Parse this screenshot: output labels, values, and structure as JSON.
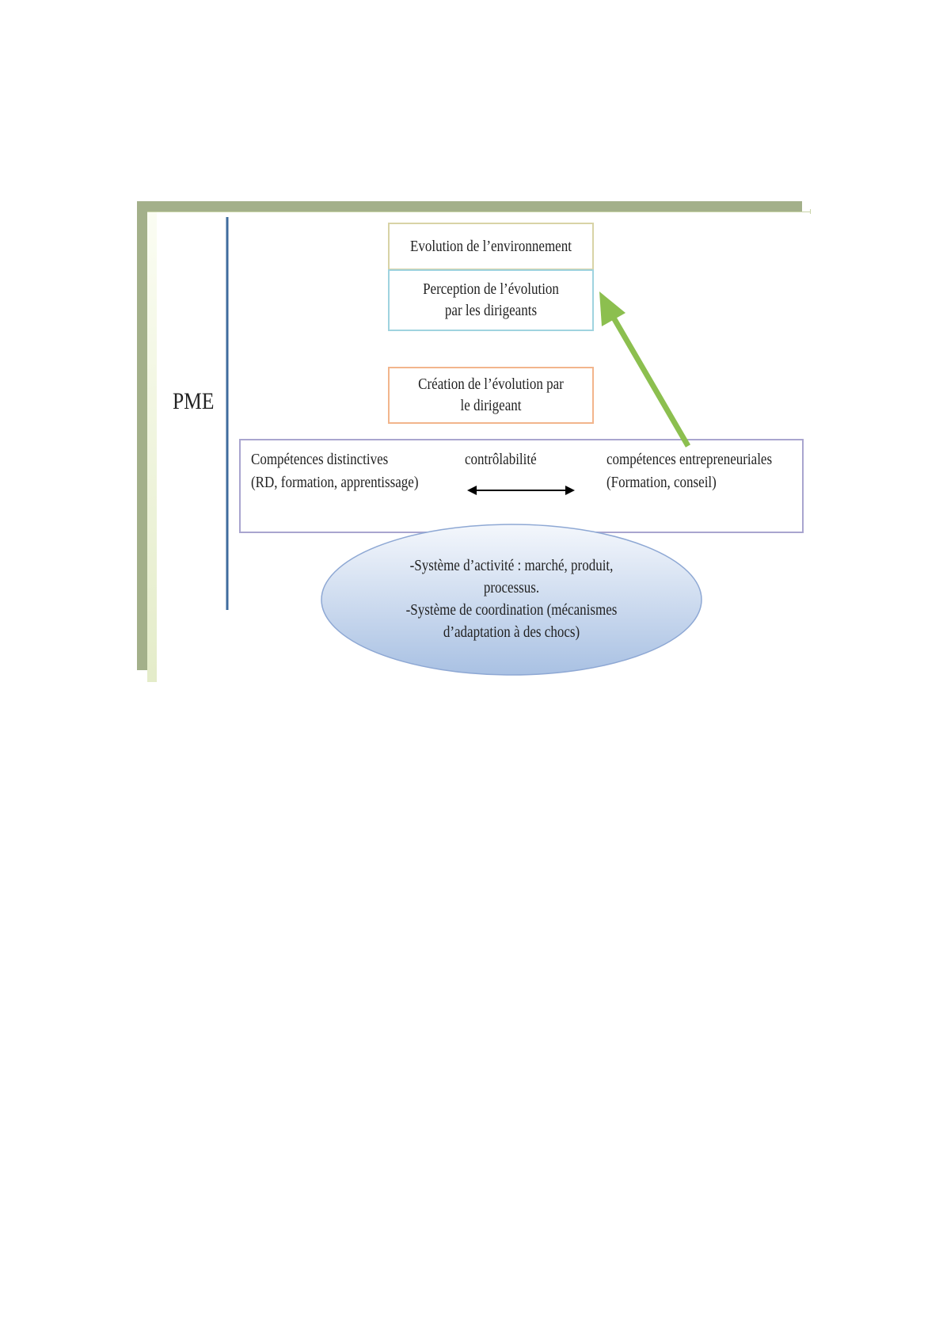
{
  "diagram": {
    "side_label": "PME",
    "boxes": {
      "environment": "Evolution de l’environnement",
      "perception": "Perception de l’évolution par les dirigeants",
      "creation": "Création de l’évolution par le dirigeant"
    },
    "competences": {
      "left_title": "Compétences distinctives",
      "left_detail": "(RD, formation, apprentissage)",
      "middle": "contrôlabilité",
      "right_title": "compétences entrepreneuriales",
      "right_detail": "(Formation, conseil)"
    },
    "ellipse": {
      "line1": "-Système d’activité : marché,   produit,",
      "line2": "processus.",
      "line3": "-Système de coordination (mécanismes",
      "line4": "d’adaptation à des chocs)"
    }
  }
}
